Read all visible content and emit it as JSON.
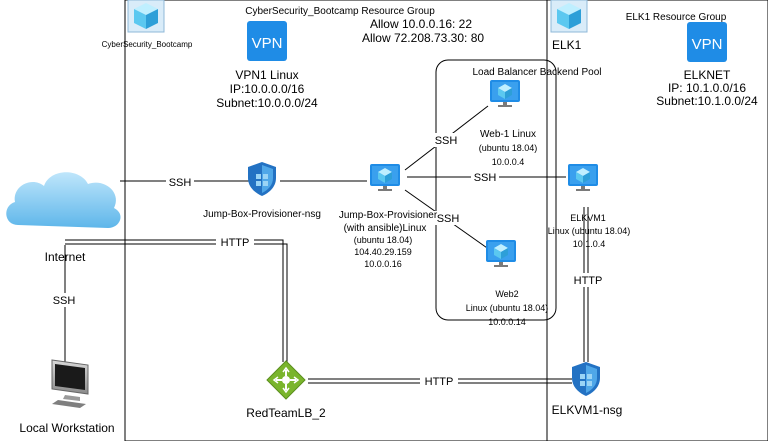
{
  "groups": {
    "bootcamp": {
      "icon_label": "CyberSecurity_Bootcamp",
      "title": "CyberSecurity_Bootcamp Resource Group",
      "rule_1": "Allow 10.0.0.16: 22",
      "rule_2": "Allow 72.208.73.30: 80"
    },
    "elk": {
      "label": "ELK1",
      "title": "ELK1 Resource Group"
    }
  },
  "vnets": {
    "vpn1": {
      "badge": "VPN",
      "name": "VPN1 Linux",
      "ip": "IP:10.0.0.0/16",
      "subnet": "Subnet:10.0.0.0/24"
    },
    "elknet": {
      "badge": "VPN",
      "name": "ELKNET",
      "ip": "IP: 10.1.0.0/16",
      "subnet": "Subnet:10.1.0.0/24"
    }
  },
  "pool": {
    "title": "Load Balancer Backend Pool"
  },
  "nodes": {
    "internet": {
      "label": "Internet"
    },
    "workstation": {
      "label": "Local Workstation"
    },
    "jump_nsg": {
      "label": "Jump-Box-Provisioner-nsg"
    },
    "jump_box": {
      "line1": "Jump-Box-Provisioner",
      "line2": "(with ansible)Linux",
      "line3": "(ubuntu 18.04)",
      "line4": "104.40.29.159",
      "line5": "10.0.0.16"
    },
    "web1": {
      "line1": "Web-1 Linux",
      "line2": "(ubuntu 18.04)",
      "line3": "10.0.0.4"
    },
    "web2": {
      "line1": "Web2",
      "line2": "Linux (ubuntu 18.04)",
      "line3": "10.0.0.14"
    },
    "elkvm1": {
      "line1": "ELKVM1",
      "line2": "Linux (ubuntu 18.04)",
      "line3": "10.1.0.4"
    },
    "lb": {
      "label": "RedTeamLB_2"
    },
    "elk_nsg": {
      "label": "ELKVM1-nsg"
    }
  },
  "connections": {
    "ssh_internet_nsg": "SSH",
    "ssh_workstation": "SSH",
    "http_lb_internet": "HTTP",
    "ssh_jump_web1": "SSH",
    "ssh_jump_elk": "SSH",
    "ssh_jump_web2": "SSH",
    "http_elk_nsg": "HTTP",
    "http_lb_elknsg": "HTTP"
  },
  "colors": {
    "azure_blue": "#1f8ce6",
    "azure_cube": "#5bc8f0",
    "shield_blue": "#2372c3",
    "lb_green": "#7ab52c"
  }
}
